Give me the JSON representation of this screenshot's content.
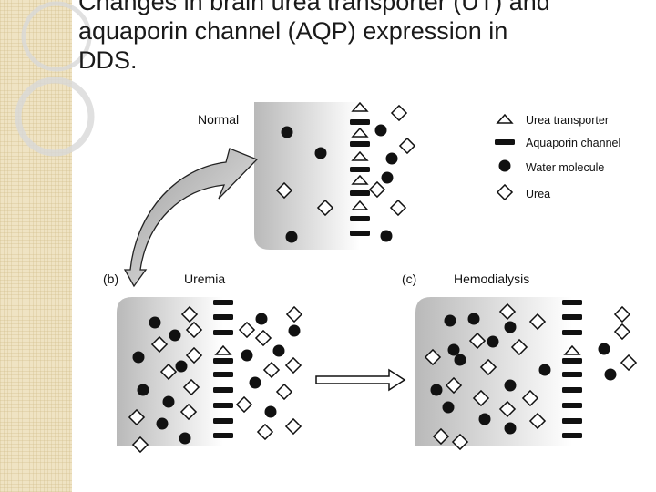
{
  "slide": {
    "title_lines": [
      "Changes in brain urea transporter (UT) and",
      "aquaporin channel (AQP) expression in",
      "DDS."
    ]
  },
  "figure": {
    "panels": {
      "normal": {
        "label": "Normal"
      },
      "uremia": {
        "tag": "(b)",
        "label": "Uremia"
      },
      "hemodialysis": {
        "tag": "(c)",
        "label": "Hemodialysis"
      }
    },
    "legend": [
      {
        "symbol": "urea-transporter",
        "label": "Urea transporter"
      },
      {
        "symbol": "aquaporin-channel",
        "label": "Aquaporin channel"
      },
      {
        "symbol": "water-molecule",
        "label": "Water molecule"
      },
      {
        "symbol": "urea",
        "label": "Urea"
      }
    ],
    "colors": {
      "cell_gradient_start": "#bdbdbd",
      "cell_gradient_end": "#ffffff",
      "ink": "#111111",
      "sidebar": "#efe3c3"
    }
  }
}
